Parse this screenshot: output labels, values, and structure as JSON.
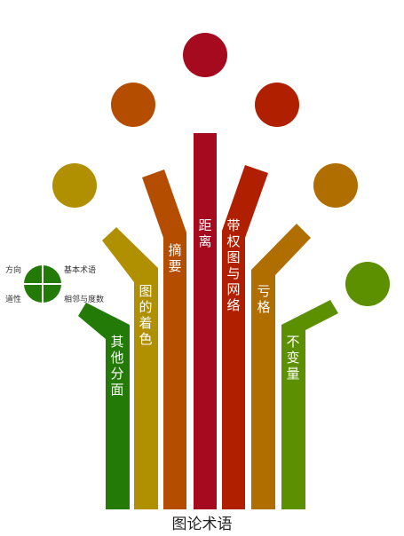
{
  "caption": "图论术语",
  "branches": [
    {
      "label": "其他分面",
      "color": "#247a06",
      "circle": false
    },
    {
      "label": "图的着色",
      "color": "#b08f00",
      "circle": true
    },
    {
      "label": "摘要",
      "color": "#b44d00",
      "circle": true
    },
    {
      "label": "距离",
      "color": "#a50a1f",
      "circle": true
    },
    {
      "label": "带权图与网络",
      "color": "#b01f00",
      "circle": true
    },
    {
      "label": "亏格",
      "color": "#b06d00",
      "circle": true
    },
    {
      "label": "不变量",
      "color": "#5c9000",
      "circle": true
    }
  ],
  "legend": {
    "icon_color": "#247a06",
    "top_left": "方向",
    "top_right": "基本术语",
    "bottom_left": "道性",
    "bottom_right": "相邻与度数"
  }
}
